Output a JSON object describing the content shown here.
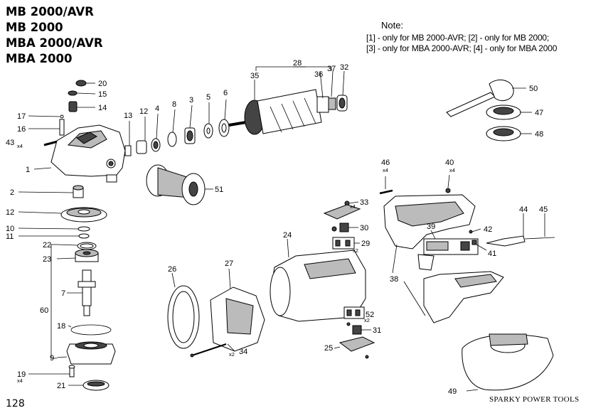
{
  "models": [
    "MB 2000/AVR",
    "MB 2000",
    "MBA 2000/AVR",
    "MBA 2000"
  ],
  "note": {
    "title": "Note:",
    "lines": [
      "[1] - only for MB 2000-AVR; [2] - only for MB 2000;",
      "[3] - only for MBA 2000-AVR; [4] - only for MBA 2000"
    ]
  },
  "page_number": "128",
  "brand": "SPARKY POWER TOOLS",
  "parts": {
    "p1": "1",
    "p2": "2",
    "p3": "3",
    "p4": "4",
    "p5": "5",
    "p6": "6",
    "p7": "7",
    "p8": "8",
    "p9": "9",
    "p10": "10",
    "p11": "11",
    "p12a": "12",
    "p12b": "12",
    "p13": "13",
    "p14": "14",
    "p15": "15",
    "p16": "16",
    "p17": "17",
    "p18": "18",
    "p19": "19",
    "p20": "20",
    "p21": "21",
    "p22": "22",
    "p23": "23",
    "p24": "24",
    "p25": "25",
    "p26": "26",
    "p27": "27",
    "p28": "28",
    "p29": "29",
    "p30": "30",
    "p31": "31",
    "p32": "32",
    "p33": "33",
    "p34": "34",
    "p35": "35",
    "p36": "36",
    "p37": "37",
    "p38": "38",
    "p39": "39",
    "p40": "40",
    "p41": "41",
    "p42": "42",
    "p43": "43",
    "p44": "44",
    "p45": "45",
    "p46": "46",
    "p47": "47",
    "p48": "48",
    "p49": "49",
    "p50": "50",
    "p51": "51",
    "p52": "52",
    "p60": "60"
  },
  "quantities": {
    "q43": "x4",
    "q19": "x4",
    "q33": "x4",
    "q29": "x2",
    "q34": "x2",
    "q52": "x2",
    "q46": "x4",
    "q40": "x4"
  }
}
